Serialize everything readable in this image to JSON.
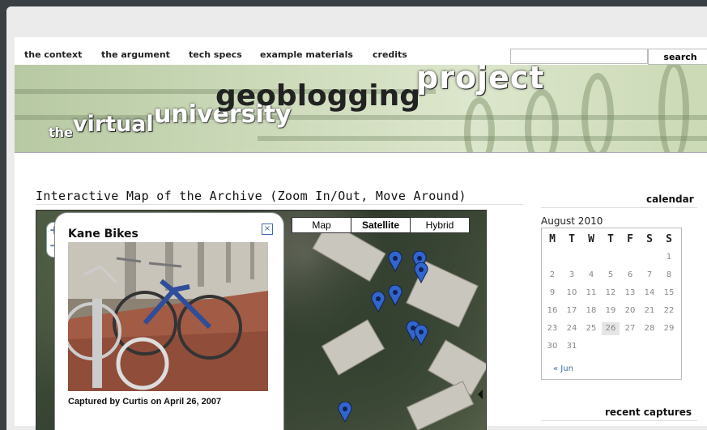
{
  "nav": {
    "items": [
      "the context",
      "the argument",
      "tech specs",
      "example materials",
      "credits"
    ],
    "search_value": "",
    "search_label": "search"
  },
  "banner": {
    "the": "the",
    "virtual": "virtual",
    "university": "university",
    "geoblogging": "geoblogging",
    "project": "project"
  },
  "main": {
    "title": "Interactive Map of the Archive (Zoom In/Out, Move Around)"
  },
  "map": {
    "types": [
      "Map",
      "Satellite",
      "Hybrid"
    ],
    "active_type": "Satellite",
    "zoom_in": "+",
    "zoom_out": "−",
    "popup": {
      "title": "Kane Bikes",
      "close": "×",
      "caption": "Captured by Curtis on April 26, 2007"
    }
  },
  "sidebar": {
    "calendar_heading": "calendar",
    "month": "August 2010",
    "days_of_week": [
      "M",
      "T",
      "W",
      "T",
      "F",
      "S",
      "S"
    ],
    "weeks": [
      [
        "",
        "",
        "",
        "",
        "",
        "",
        "1"
      ],
      [
        "2",
        "3",
        "4",
        "5",
        "6",
        "7",
        "8"
      ],
      [
        "9",
        "10",
        "11",
        "12",
        "13",
        "14",
        "15"
      ],
      [
        "16",
        "17",
        "18",
        "19",
        "20",
        "21",
        "22"
      ],
      [
        "23",
        "24",
        "25",
        "26",
        "27",
        "28",
        "29"
      ],
      [
        "30",
        "31",
        "",
        "",
        "",
        "",
        ""
      ]
    ],
    "today": "26",
    "prev_link": "« Jun",
    "recent_heading": "recent captures"
  },
  "colors": {
    "pin": "#3366cc",
    "link": "#3a6ea5"
  }
}
